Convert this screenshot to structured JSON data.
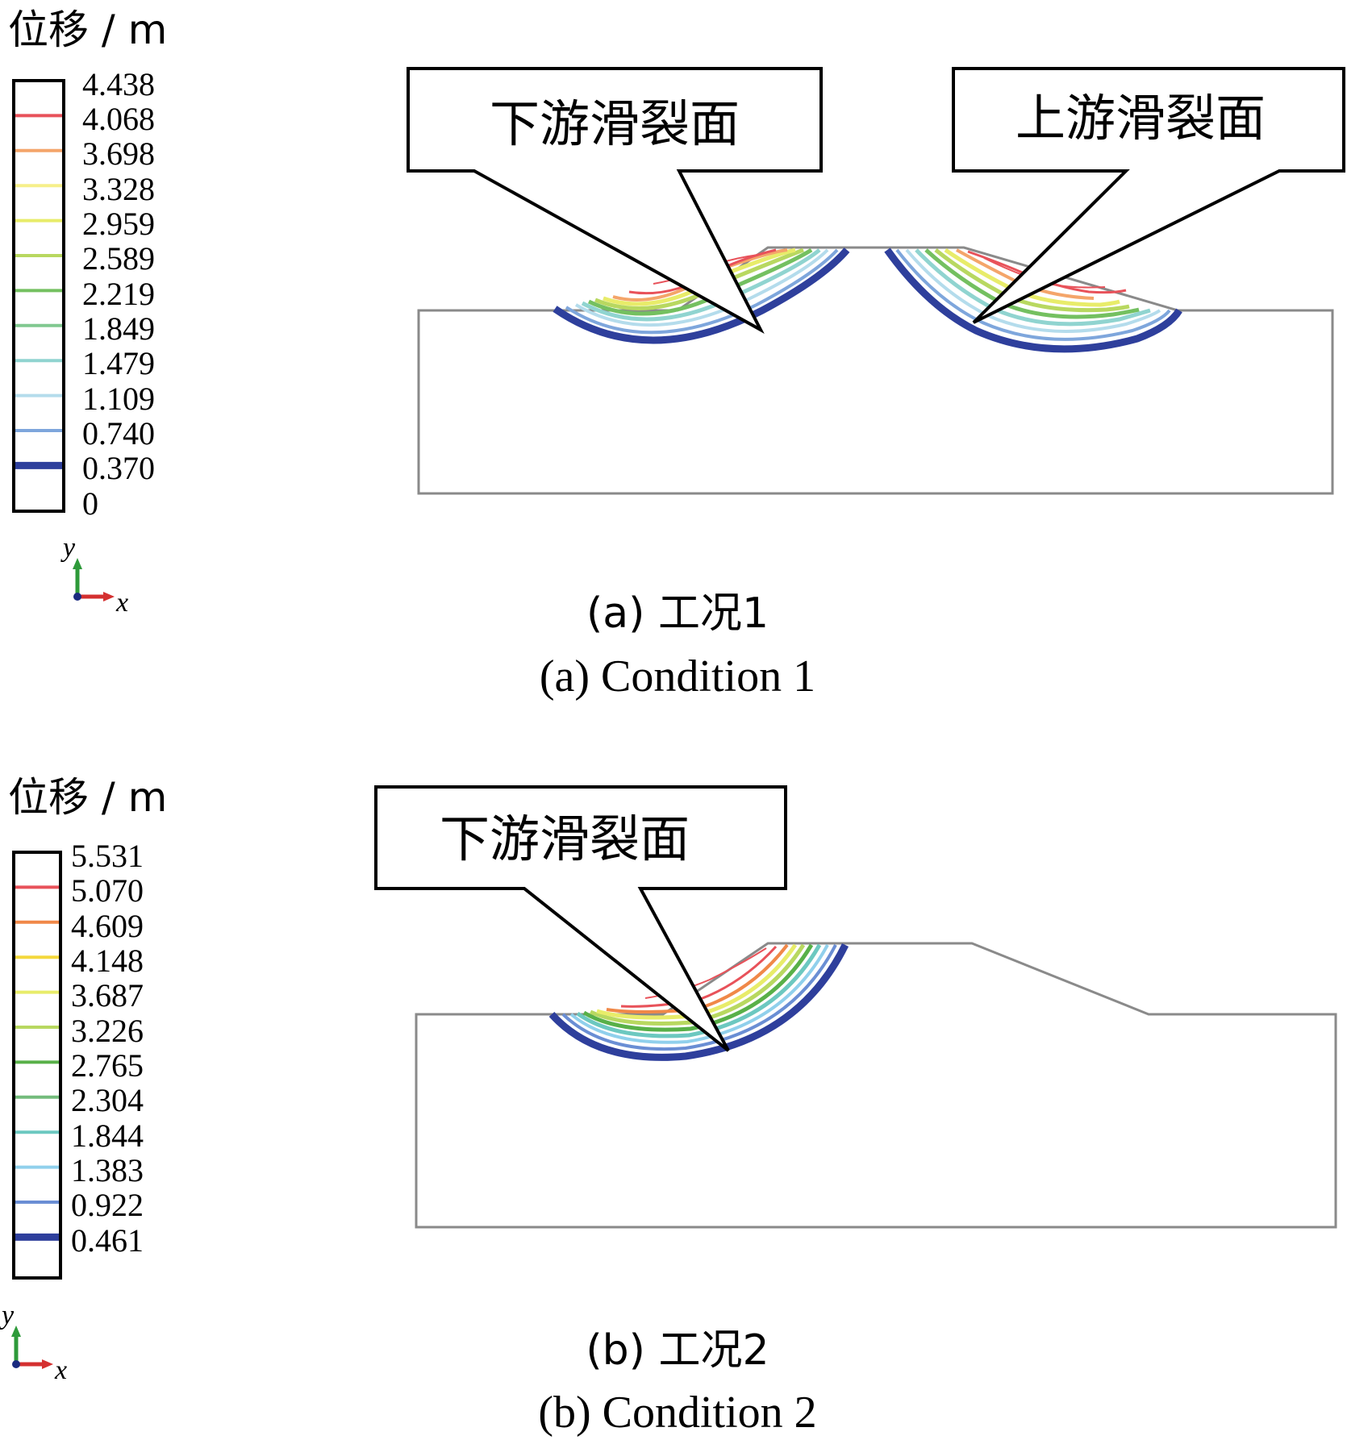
{
  "panels": [
    {
      "legend_title": "位移 / m",
      "legend_values": [
        "4.438",
        "4.068",
        "3.698",
        "3.328",
        "2.959",
        "2.589",
        "2.219",
        "1.849",
        "1.479",
        "1.109",
        "0.740",
        "0.370",
        "0"
      ],
      "legend_colors": [
        "#ffffff",
        "#e8525a",
        "#f4a56a",
        "#f6ef8a",
        "#e8ec6a",
        "#b8d860",
        "#74c060",
        "#80c890",
        "#90d4d0",
        "#b4dcec",
        "#7ea6dc",
        "#2e3f9c",
        ""
      ],
      "callouts": [
        "下游滑裂面",
        "上游滑裂面"
      ],
      "caption_cn": "(a)  工况1",
      "caption_en": "(a)  Condition 1",
      "axis_y": "y",
      "axis_x": "x"
    },
    {
      "legend_title": "位移 / m",
      "legend_values": [
        "5.531",
        "5.070",
        "4.609",
        "4.148",
        "3.687",
        "3.226",
        "2.765",
        "2.304",
        "1.844",
        "1.383",
        "0.922",
        "0.461"
      ],
      "legend_colors": [
        "#ffffff",
        "#e8525a",
        "#f08848",
        "#f4d83c",
        "#e8ec6a",
        "#b8d860",
        "#58b048",
        "#74bc7c",
        "#6cc8c0",
        "#90d0ec",
        "#6a8ed4",
        "#2e3f9c"
      ],
      "callouts": [
        "下游滑裂面"
      ],
      "caption_cn": "(b)  工况2",
      "caption_en": "(b)  Condition 2",
      "axis_y": "y",
      "axis_x": "x"
    }
  ]
}
